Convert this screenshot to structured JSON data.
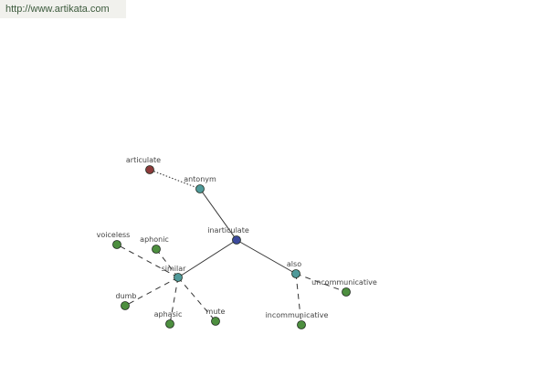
{
  "header": {
    "url": "http://www.artikata.com"
  },
  "colors": {
    "center": "#3c4a9c",
    "relation": "#4f9a9a",
    "leaf": "#4d8f3f",
    "antonym_leaf": "#8c3a3a",
    "edge": "#333333"
  },
  "nodes": [
    {
      "id": "inarticulate",
      "label": "inarticulate",
      "kind": "center"
    },
    {
      "id": "antonym",
      "label": "antonym",
      "kind": "relation"
    },
    {
      "id": "similar",
      "label": "similar",
      "kind": "relation"
    },
    {
      "id": "also",
      "label": "also",
      "kind": "relation"
    },
    {
      "id": "articulate",
      "label": "articulate",
      "kind": "antonym_leaf"
    },
    {
      "id": "voiceless",
      "label": "voiceless",
      "kind": "leaf"
    },
    {
      "id": "aphonic",
      "label": "aphonic",
      "kind": "leaf"
    },
    {
      "id": "dumb",
      "label": "dumb",
      "kind": "leaf"
    },
    {
      "id": "aphasic",
      "label": "aphasic",
      "kind": "leaf"
    },
    {
      "id": "mute",
      "label": "mute",
      "kind": "leaf"
    },
    {
      "id": "uncommunicative",
      "label": "uncommunicative",
      "kind": "leaf"
    },
    {
      "id": "incommunicative",
      "label": "incommunicative",
      "kind": "leaf"
    }
  ],
  "edges": [
    {
      "from": "inarticulate",
      "to": "antonym",
      "style": "solid"
    },
    {
      "from": "inarticulate",
      "to": "similar",
      "style": "solid"
    },
    {
      "from": "inarticulate",
      "to": "also",
      "style": "solid"
    },
    {
      "from": "antonym",
      "to": "articulate",
      "style": "dotted"
    },
    {
      "from": "similar",
      "to": "voiceless",
      "style": "dashed"
    },
    {
      "from": "similar",
      "to": "aphonic",
      "style": "dashed"
    },
    {
      "from": "similar",
      "to": "dumb",
      "style": "dashed"
    },
    {
      "from": "similar",
      "to": "aphasic",
      "style": "dashed"
    },
    {
      "from": "similar",
      "to": "mute",
      "style": "dashed"
    },
    {
      "from": "also",
      "to": "uncommunicative",
      "style": "dashed"
    },
    {
      "from": "also",
      "to": "incommunicative",
      "style": "dashed"
    }
  ]
}
